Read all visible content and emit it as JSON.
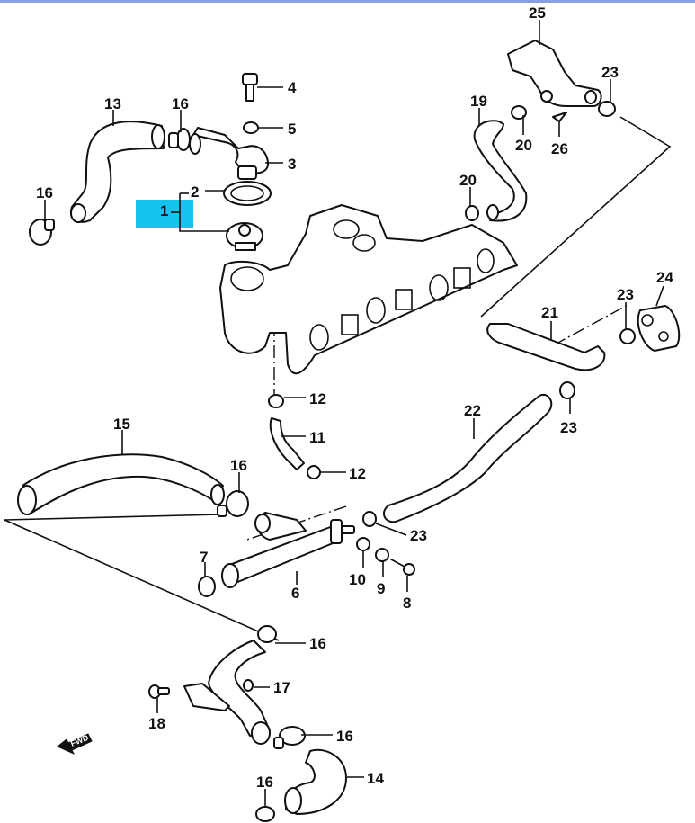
{
  "diagram": {
    "title": "Water hose / thermostat exploded parts diagram",
    "highlight_color": "#14c3ee",
    "header_bar_color": "#8a9ee0",
    "highlighted_callout": "1",
    "fwd_label": "FWD",
    "callouts": [
      {
        "id": "c1",
        "label": "1"
      },
      {
        "id": "c2",
        "label": "2"
      },
      {
        "id": "c3",
        "label": "3"
      },
      {
        "id": "c4",
        "label": "4"
      },
      {
        "id": "c5",
        "label": "5"
      },
      {
        "id": "c6",
        "label": "6"
      },
      {
        "id": "c7",
        "label": "7"
      },
      {
        "id": "c8",
        "label": "8"
      },
      {
        "id": "c9",
        "label": "9"
      },
      {
        "id": "c10",
        "label": "10"
      },
      {
        "id": "c11",
        "label": "11"
      },
      {
        "id": "c12a",
        "label": "12"
      },
      {
        "id": "c12b",
        "label": "12"
      },
      {
        "id": "c13",
        "label": "13"
      },
      {
        "id": "c14",
        "label": "14"
      },
      {
        "id": "c15",
        "label": "15"
      },
      {
        "id": "c16a",
        "label": "16"
      },
      {
        "id": "c16b",
        "label": "16"
      },
      {
        "id": "c16c",
        "label": "16"
      },
      {
        "id": "c16d",
        "label": "16"
      },
      {
        "id": "c16e",
        "label": "16"
      },
      {
        "id": "c16f",
        "label": "16"
      },
      {
        "id": "c17",
        "label": "17"
      },
      {
        "id": "c18",
        "label": "18"
      },
      {
        "id": "c19",
        "label": "19"
      },
      {
        "id": "c20a",
        "label": "20"
      },
      {
        "id": "c20b",
        "label": "20"
      },
      {
        "id": "c21",
        "label": "21"
      },
      {
        "id": "c22",
        "label": "22"
      },
      {
        "id": "c23a",
        "label": "23"
      },
      {
        "id": "c23b",
        "label": "23"
      },
      {
        "id": "c23c",
        "label": "23"
      },
      {
        "id": "c23d",
        "label": "23"
      },
      {
        "id": "c24",
        "label": "24"
      },
      {
        "id": "c25",
        "label": "25"
      },
      {
        "id": "c26",
        "label": "26"
      }
    ]
  }
}
